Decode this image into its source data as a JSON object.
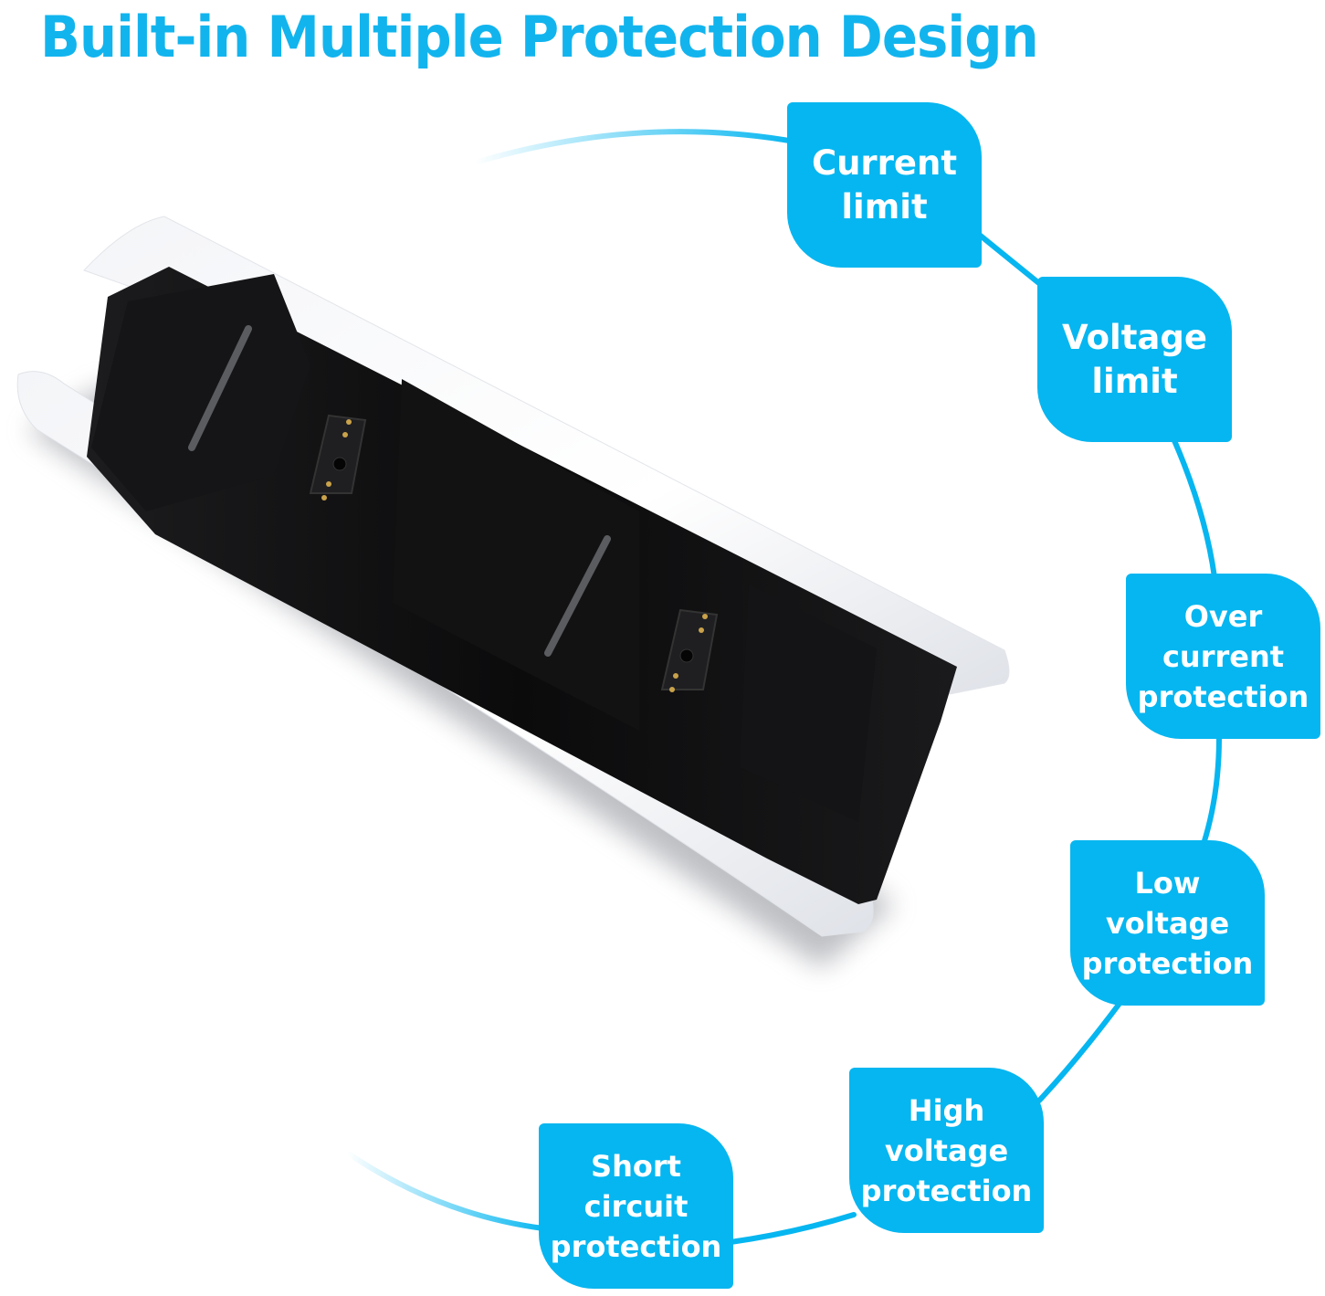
{
  "title": "Built-in Multiple Protection Design",
  "accent_color": "#06b6f0",
  "title_color": "#12b4ee",
  "product_image": {
    "description": "Black dual controller charging station with white side panels",
    "icon": "charging-dock-image"
  },
  "features": [
    {
      "lines": [
        "Current",
        "limit"
      ]
    },
    {
      "lines": [
        "Voltage",
        "limit"
      ]
    },
    {
      "lines": [
        "Over",
        "current",
        "protection"
      ]
    },
    {
      "lines": [
        "Low",
        "voltage",
        "protection"
      ]
    },
    {
      "lines": [
        "High",
        "voltage",
        "protection"
      ]
    },
    {
      "lines": [
        "Short",
        "circuit",
        "protection"
      ]
    }
  ]
}
